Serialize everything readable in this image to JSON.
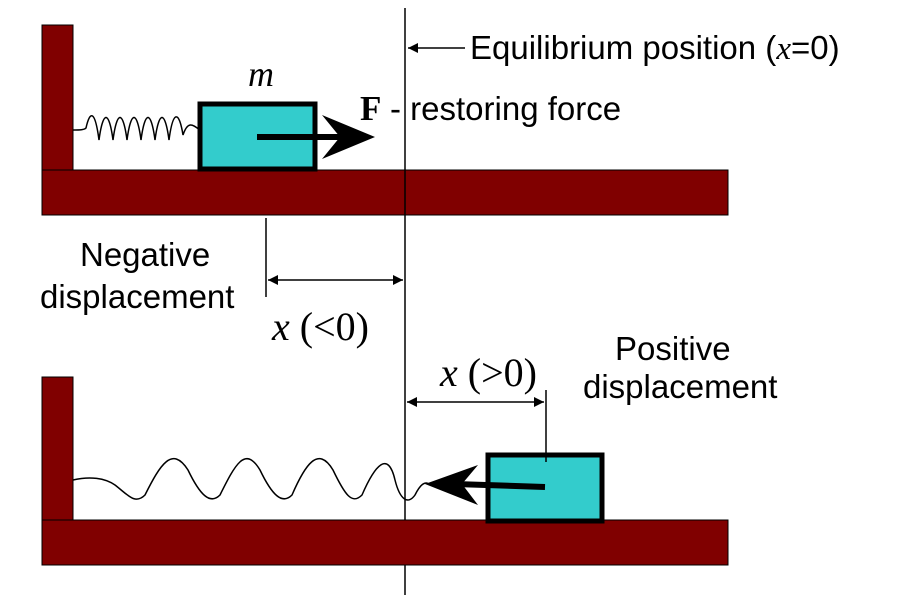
{
  "colors": {
    "wall": "#800000",
    "mass": "#33cccc",
    "ink": "#000000"
  },
  "labels": {
    "equilibrium_prefix": "Equilibrium position (",
    "equilibrium_var": "x",
    "equilibrium_suffix": "=0)",
    "mass_symbol": "m",
    "force_symbol": "F",
    "force_desc": "- restoring force",
    "negative_line1": "Negative",
    "negative_line2": "displacement",
    "negative_x_var": "x",
    "negative_x_cond": "(<0)",
    "positive_line1": "Positive",
    "positive_line2": "displacement",
    "positive_x_var": "x",
    "positive_x_cond": "(>0)"
  }
}
